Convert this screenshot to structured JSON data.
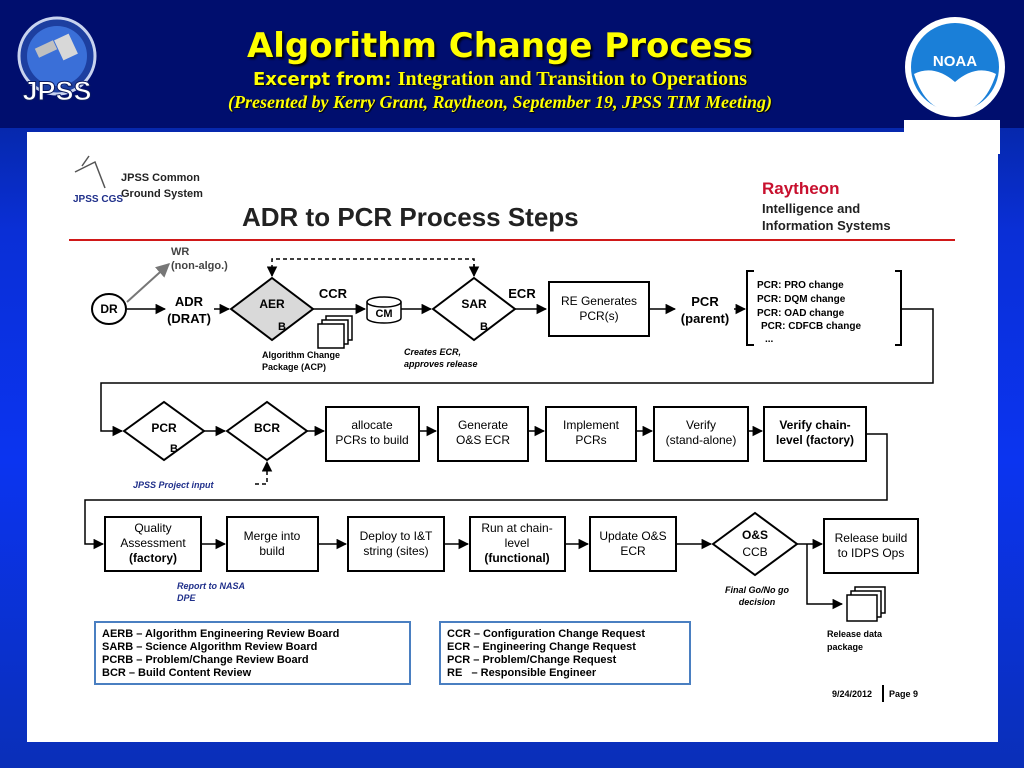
{
  "header": {
    "title": "Algorithm Change Process",
    "subtitle_prefix": "Excerpt from: ",
    "subtitle_rest": "Integration and Transition to Operations",
    "presenter": "(Presented by Kerry Grant,  Raytheon, September 19, JPSS TIM Meeting)",
    "jpss_logo_text": "JPSS",
    "noaa_logo_text": "NOAA"
  },
  "slide": {
    "org_line1": "JPSS Common",
    "org_line2": "Ground System",
    "org_logo": "JPSS CGS",
    "heading": "ADR to PCR Process Steps",
    "company": "Raytheon",
    "company_sub1": "Intelligence and",
    "company_sub2": "Information Systems",
    "footer_date": "9/24/2012",
    "footer_page": "Page 9"
  },
  "row1": {
    "dr": "DR",
    "wr1": "WR",
    "wr2": "(non-algo.)",
    "adr1": "ADR",
    "adr2": "(DRAT)",
    "aerb1": "AER",
    "aerb2": "B",
    "ccr": "CCR",
    "cm": "CM",
    "acp1": "Algorithm Change",
    "acp2": "Package (ACP)",
    "sarb1": "SAR",
    "sarb2": "B",
    "ecr": "ECR",
    "creates1": "Creates ECR,",
    "creates2": "approves release",
    "re1": "RE Generates",
    "re2": "PCR(s)",
    "pcr1": "PCR",
    "pcr2": "(parent)",
    "pcr_list": [
      "PCR: PRO change",
      "PCR: DQM change",
      "PCR: OAD change",
      "PCR: CDFCB change",
      "..."
    ]
  },
  "row2": {
    "pcrb1": "PCR",
    "pcrb2": "B",
    "bcr": "BCR",
    "allocate1": "allocate",
    "allocate2": "PCRs to build",
    "generate1": "Generate",
    "generate2": "O&S ECR",
    "implement1": "Implement",
    "implement2": "PCRs",
    "verify1": "Verify",
    "verify2": "(stand-alone)",
    "verifyc1": "Verify chain-",
    "verifyc2": "level (factory)",
    "jpss_input": "JPSS Project input"
  },
  "row3": {
    "qa1": "Quality",
    "qa2": "Assessment",
    "qa3": "(factory)",
    "report1": "Report to NASA",
    "report2": "DPE",
    "merge1": "Merge into",
    "merge2": "build",
    "deploy1": "Deploy to I&T",
    "deploy2": "string (sites)",
    "run1": "Run at chain-",
    "run2": "level",
    "run3": "(functional)",
    "update1": "Update O&S",
    "update2": "ECR",
    "ccb1": "O&S",
    "ccb2": "CCB",
    "final1": "Final Go/No go",
    "final2": "decision",
    "release1": "Release build",
    "release2": "to IDPS Ops",
    "pkg1": "Release data",
    "pkg2": "package"
  },
  "legend_left": [
    "AERB – Algorithm Engineering Review Board",
    "SARB – Science Algorithm Review Board",
    "PCRB – Problem/Change Review Board",
    "BCR – Build Content Review"
  ],
  "legend_right": [
    "CCR – Configuration Change Request",
    "ECR – Engineering Change Request",
    "PCR – Problem/Change Request",
    "RE   – Responsible Engineer"
  ],
  "colors": {
    "header_bg": "#000e6e",
    "title_yellow": "#ffff00",
    "rule_red": "#d01818",
    "raytheon_red": "#c8102e",
    "legend_border": "#4a7fc1",
    "italic_blue": "#1f2f8a"
  },
  "icons": [
    "satellite-icon",
    "noaa-gull-icon",
    "document-stack-icon",
    "database-cylinder-icon"
  ]
}
